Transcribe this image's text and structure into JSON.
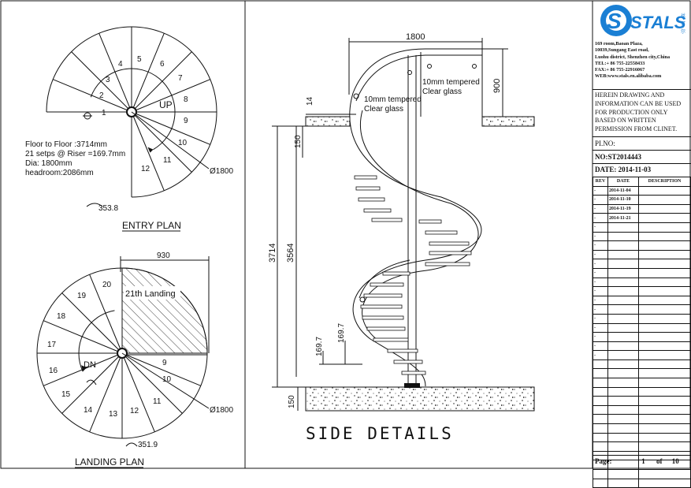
{
  "entry_plan": {
    "title": "ENTRY PLAN",
    "step_numbers": [
      "1",
      "2",
      "3",
      "4",
      "5",
      "6",
      "7",
      "8",
      "9",
      "10",
      "11",
      "12"
    ],
    "up_label": "UP",
    "notes": [
      "Floor to Floor :3714mm",
      "21 setps @ Riser =169.7mm",
      "Dia: 1800mm",
      "headroom:2086mm"
    ],
    "diameter_label": "Ø1800",
    "tread_dim": "353.8"
  },
  "landing_plan": {
    "title": "LANDING PLAN",
    "step_numbers": [
      "9",
      "10",
      "11",
      "12",
      "13",
      "14",
      "15",
      "16",
      "17",
      "18",
      "19",
      "20"
    ],
    "dn_label": "DN",
    "landing_label": "21th Landing",
    "width_dim": "930",
    "diameter_label": "Ø1800",
    "tread_dim": "351.9"
  },
  "side_details": {
    "title": "SIDE DETAILS",
    "top_width": "1800",
    "rail_height": "900",
    "slab_thickness": "14",
    "glass_label_1": "10mm tempered",
    "glass_label_1b": "Clear glass",
    "glass_label_2": "10mm tempered",
    "glass_label_2b": "Clear glass",
    "dim_150_top": "150",
    "dim_3714": "3714",
    "dim_3564": "3564",
    "dim_riser_1": "169.7",
    "dim_riser_2": "169.7",
    "dim_150_bottom": "150"
  },
  "title_block": {
    "logo": "STALS",
    "address": [
      "169 room,Baoan Plaza,",
      "10039,Sungang East road,",
      "Luohu district, Shenzhen city,China",
      "TEL:+ 86 755-22558433",
      "FAX:+ 86 755-22916067",
      "WEB:www.stals.en.alibaba.com"
    ],
    "notice": "HEREIN DRAWING AND INFORMATION CAN BE USED FOR PRODUCTION ONLY BASED ON WRITTEN PERMISSION FROM CLINET.",
    "pi_no_label": "PI.NO:",
    "no_value": "NO:ST2014443",
    "date_value": "DATE:  2014-11-03",
    "rev_headers": [
      "REV",
      "DATE",
      "DESCRIPTION"
    ],
    "revisions": [
      {
        "rev": "-",
        "date": "2014-11-04"
      },
      {
        "rev": "-",
        "date": "2014-11-10"
      },
      {
        "rev": "-",
        "date": "2014-11-19"
      },
      {
        "rev": "-",
        "date": "2014-11-21"
      }
    ],
    "page_label": "Page:",
    "page_num": "1",
    "page_of": "of",
    "page_total": "10"
  }
}
